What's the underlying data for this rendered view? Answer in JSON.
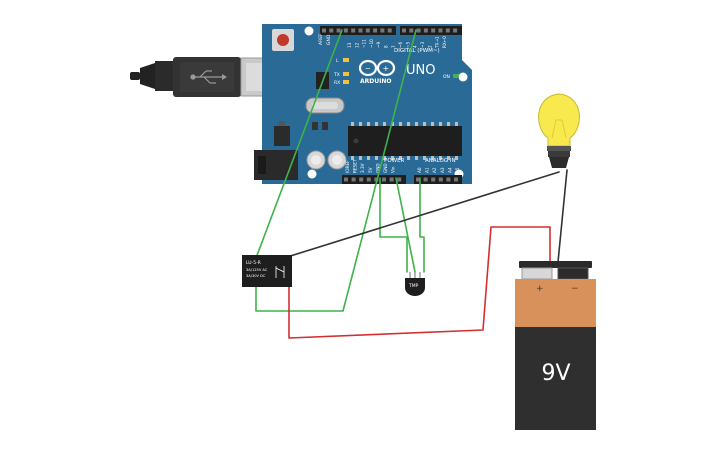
{
  "colors": {
    "board": "#2a6a96",
    "board_dark": "#1f5a82",
    "wire_green": "#3db34a",
    "wire_red": "#d32f2f",
    "wire_dark": "#333333",
    "battery_orange": "#d8915a",
    "battery_black": "#2f2f2f",
    "bulb_yellow": "#f7e94e"
  },
  "board": {
    "brand": "ARDUINO",
    "model": "UNO",
    "digital_label": "DIGITAL (PWM~)",
    "power_label": "POWER",
    "analog_label": "ANALOG IN",
    "on_label": "ON",
    "tx_label": "TX",
    "rx_label": "RX",
    "l_label": "L",
    "aref_label": "AREF",
    "gnd_label": "GND",
    "digital_pins": [
      "13",
      "12",
      "~11",
      "~10",
      "~9",
      "8",
      "7",
      "~6",
      "~5",
      "4",
      "~3",
      "2",
      "TX→1",
      "RX←0"
    ],
    "power_pins": [
      "IOREF",
      "RESET",
      "3.3V",
      "5V",
      "GND",
      "GND",
      "Vin"
    ],
    "analog_pins": [
      "A0",
      "A1",
      "A2",
      "A3",
      "A4",
      "A5"
    ]
  },
  "relay": {
    "line1": "LU-5-R",
    "line2": "3A/125V AC",
    "line3": "3A/30V DC"
  },
  "sensor": {
    "label": "TMP"
  },
  "battery": {
    "voltage": "9V",
    "plus": "+",
    "minus": "−"
  }
}
